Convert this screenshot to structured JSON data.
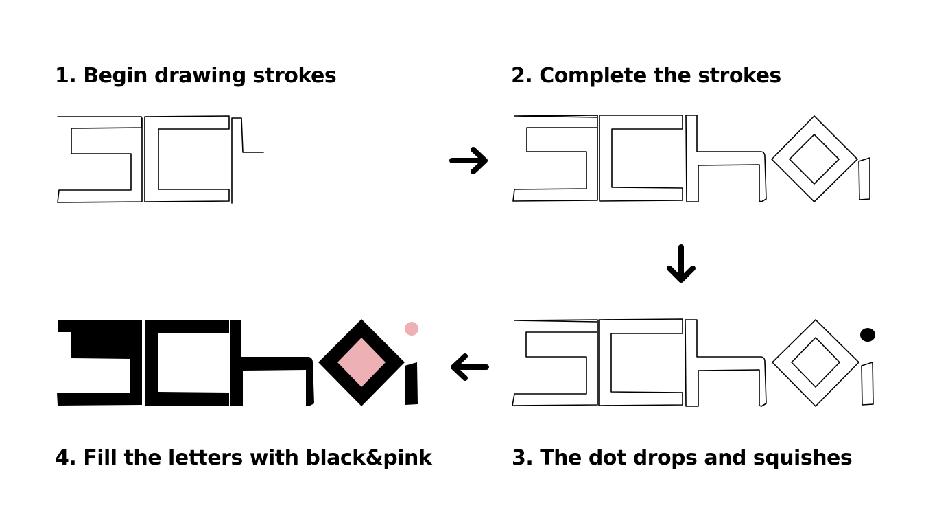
{
  "steps": [
    {
      "number": "1",
      "title": "1. Begin drawing strokes"
    },
    {
      "number": "2",
      "title": "2. Complete the strokes"
    },
    {
      "number": "3",
      "title": "3. The dot drops and squishes"
    },
    {
      "number": "4",
      "title": "4. Fill the letters with black&pink"
    }
  ],
  "logo": {
    "letters": [
      "S",
      "C",
      "h",
      "o",
      "i"
    ]
  },
  "arrows": [
    "right-arrow-icon",
    "down-arrow-icon",
    "left-arrow-icon"
  ],
  "colors": {
    "ink": "#000000",
    "pink": "#EDB1B5",
    "background": "#FFFFFF"
  }
}
